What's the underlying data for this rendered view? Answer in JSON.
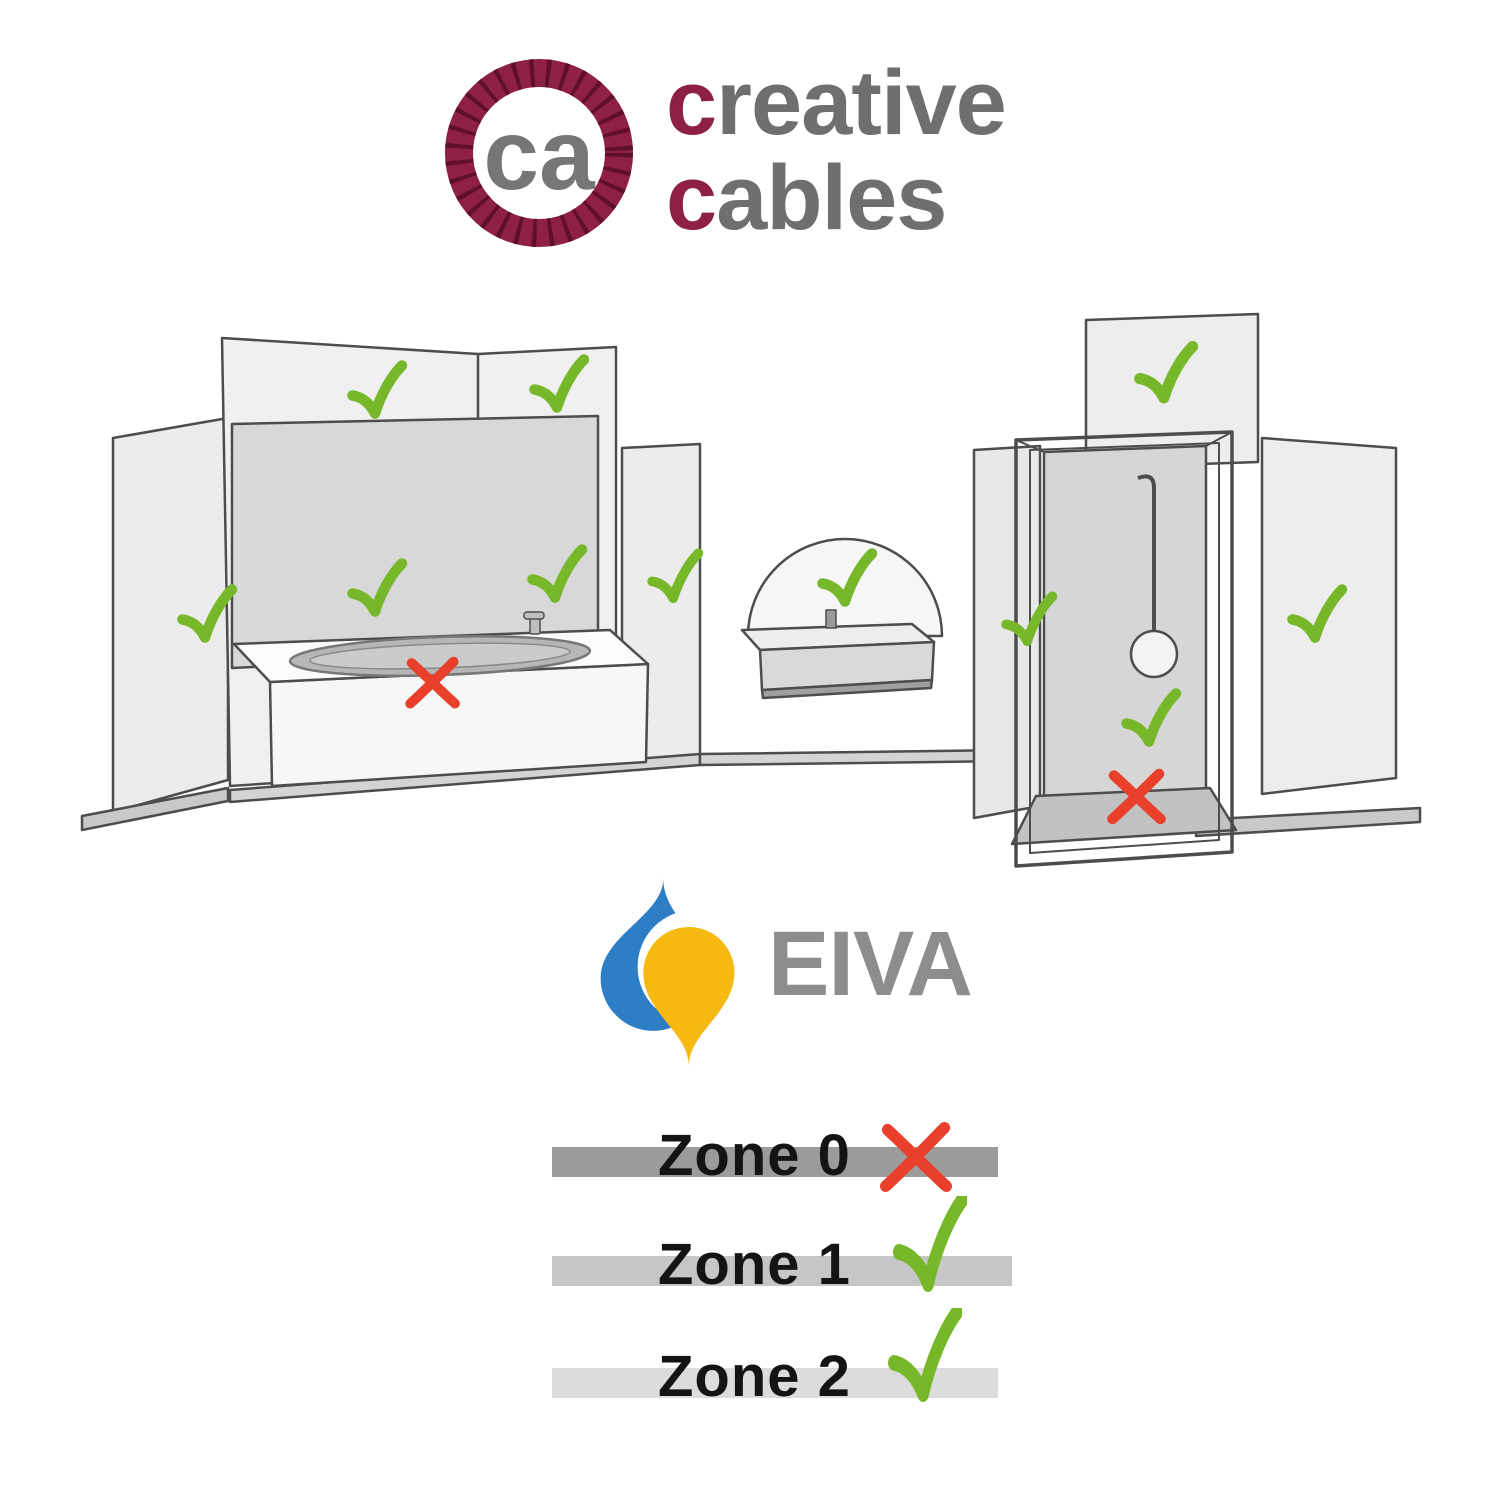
{
  "brand": {
    "monogram": "ca",
    "words": [
      {
        "accent": "c",
        "rest": "reative"
      },
      {
        "accent": "c",
        "rest": "ables"
      }
    ],
    "accent_color": "#8e2044",
    "text_color": "#6f6f6f"
  },
  "illustration": {
    "name": "bathroom-installation-zones",
    "allowed_mark": "green-check",
    "forbidden_mark": "red-cross",
    "check_color": "#76b82a",
    "cross_color": "#e8402a",
    "checks_count": 11,
    "crosses_count": 2
  },
  "eiva": {
    "wordmark": "EIVA",
    "drop_blue": "#2e7ec6",
    "drop_yellow": "#f5b912",
    "text_color": "#8d8d8d"
  },
  "legend": {
    "rows": [
      {
        "label": "Zone 0",
        "mark": "cross",
        "bar_color": "#9b9b9b"
      },
      {
        "label": "Zone 1",
        "mark": "check",
        "bar_color": "#c6c6c6"
      },
      {
        "label": "Zone 2",
        "mark": "check",
        "bar_color": "#dcdcdc"
      }
    ]
  }
}
